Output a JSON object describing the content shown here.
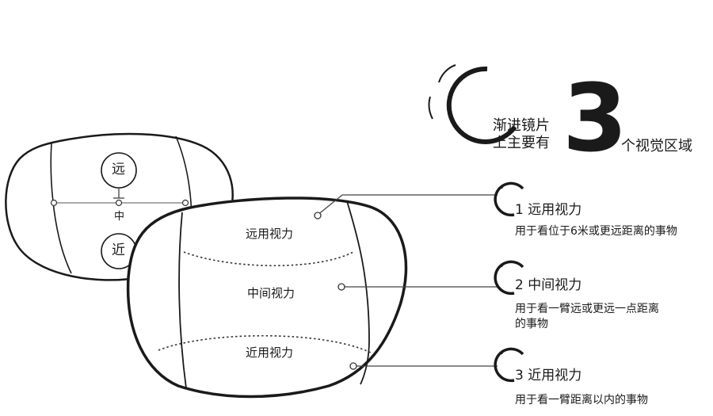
{
  "small_lens": {
    "far_circle_label": "远",
    "near_circle_label": "近",
    "center_label": "中"
  },
  "big_lens": {
    "far_label": "远用视力",
    "mid_label": "中间视力",
    "near_label": "近用视力"
  },
  "header": {
    "prefix": "渐进镜片上主要有",
    "number": "3",
    "suffix": "个视觉区域"
  },
  "zones": [
    {
      "title": "1 远用视力",
      "description": "用于看位于6米或更远距离的事物"
    },
    {
      "title": "2 中间视力",
      "description": "用于看一臂远或更远一点距离的事物"
    },
    {
      "title": "3 近用视力",
      "description": "用于看一臂距离以内的事物"
    }
  ]
}
